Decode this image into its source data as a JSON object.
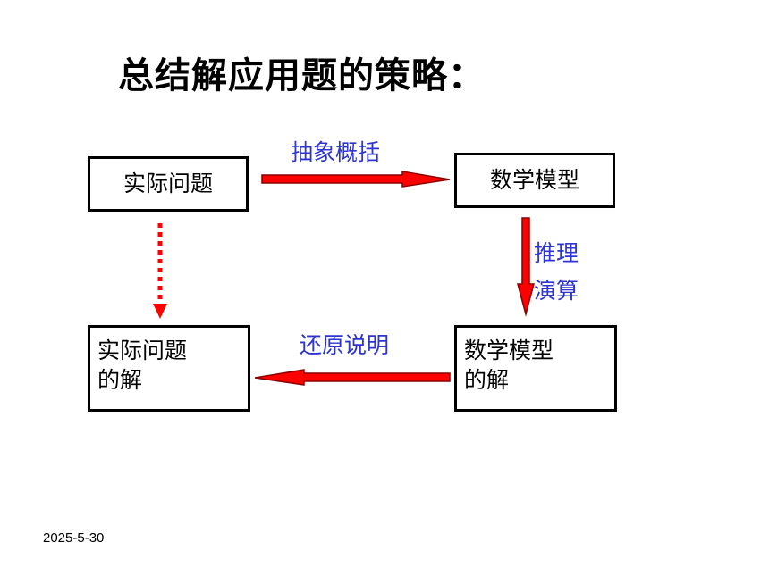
{
  "title": "总结解应用题的策略：",
  "boxes": {
    "real_problem": "实际问题",
    "math_model": "数学模型",
    "real_solution": [
      "实际问题",
      "的解"
    ],
    "model_solution": [
      "数学模型",
      "的解"
    ]
  },
  "arrows": {
    "abstract": "抽象概括",
    "reason": [
      "推理",
      "演算"
    ],
    "restore": "还原说明"
  },
  "colors": {
    "arrow": "#ff0000",
    "label": "#2f35d0"
  },
  "footer": {
    "date": "2025-5-30"
  }
}
